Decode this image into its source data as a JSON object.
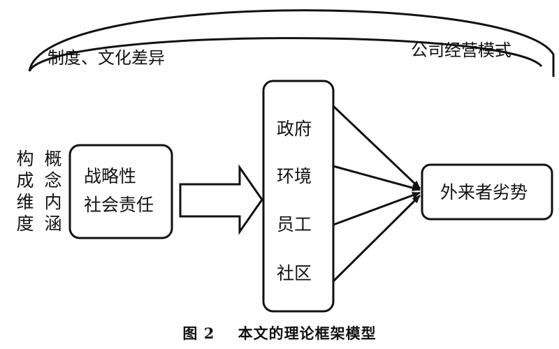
{
  "arc": {
    "left_label": "制度、文化差异",
    "right_label": "公司经营模式"
  },
  "left_side": {
    "col1": [
      "构",
      "成",
      "维",
      "度"
    ],
    "col2": [
      "概",
      "念",
      "内",
      "涵"
    ]
  },
  "left_box": {
    "line1": "战略性",
    "line2": "社会责任"
  },
  "middle_box": {
    "items": [
      "政府",
      "环境",
      "员工",
      "社区"
    ]
  },
  "right_box": {
    "label": "外来者劣势"
  },
  "caption": {
    "figure": "图 2",
    "title": "本文的理论框架模型"
  }
}
